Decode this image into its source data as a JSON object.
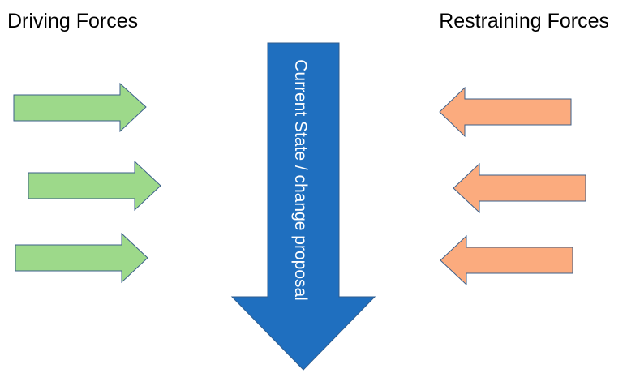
{
  "headings": {
    "driving": "Driving Forces",
    "restraining": "Restraining Forces"
  },
  "center_arrow": {
    "label": "Current State / change proposal",
    "fill": "#1f6fbf",
    "stroke": "#2f5d8f"
  },
  "driving_forces": {
    "count": 3,
    "direction": "right",
    "fill": "#9dd98a",
    "stroke": "#3b5f8a"
  },
  "restraining_forces": {
    "count": 3,
    "direction": "left",
    "fill": "#fbab7e",
    "stroke": "#3b5f8a"
  }
}
